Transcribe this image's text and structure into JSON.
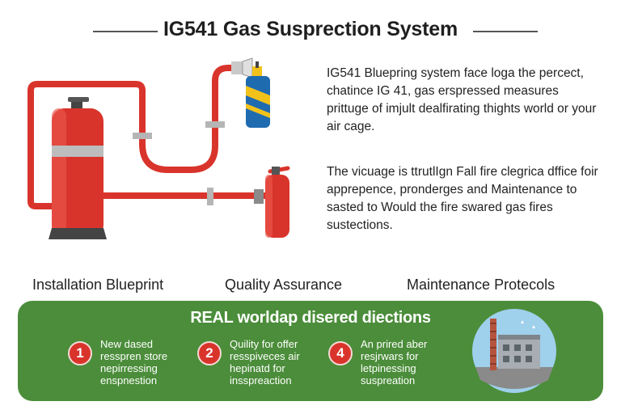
{
  "header": {
    "title": "IG541 Gas Susprection System"
  },
  "description": {
    "paragraph1": "IG541 Bluepring system face loga the percect, chatince IG 41, gas erspressed measures prittuge of imjult dealfirating thights world or your air cage.",
    "paragraph2": "The vicuage is ttrutlIgn Fall fire clegrica dffice foir apprepence, pronderges and Maintenance to sasted to Would the fire swared gas fires sustections."
  },
  "categories": [
    "Installation Blueprint",
    "Quality Assurance",
    "Maintenance Protecols"
  ],
  "banner": {
    "title": "REAL worldap disered diections",
    "steps": [
      {
        "number": "1",
        "text": "New dased\nresspren store\nnepirressing\nenspnestion"
      },
      {
        "number": "2",
        "text": "Quility for offer\nresspiveces air\nhepinatd for\ninsspreaction"
      },
      {
        "number": "4",
        "text": "An prired aber\nresjrwars for\nletpinessing\nsuspreation"
      }
    ]
  },
  "colors": {
    "pipe_red": "#d9342b",
    "banner_green": "#4b8d3a",
    "cylinder_blue": "#1e6bb0",
    "cylinder_yellow": "#f2c21b",
    "badge_red": "#d9342b"
  },
  "icons": [
    "red-gas-cylinder-icon",
    "blue-gas-cylinder-icon",
    "fire-extinguisher-icon",
    "building-scene-icon"
  ]
}
